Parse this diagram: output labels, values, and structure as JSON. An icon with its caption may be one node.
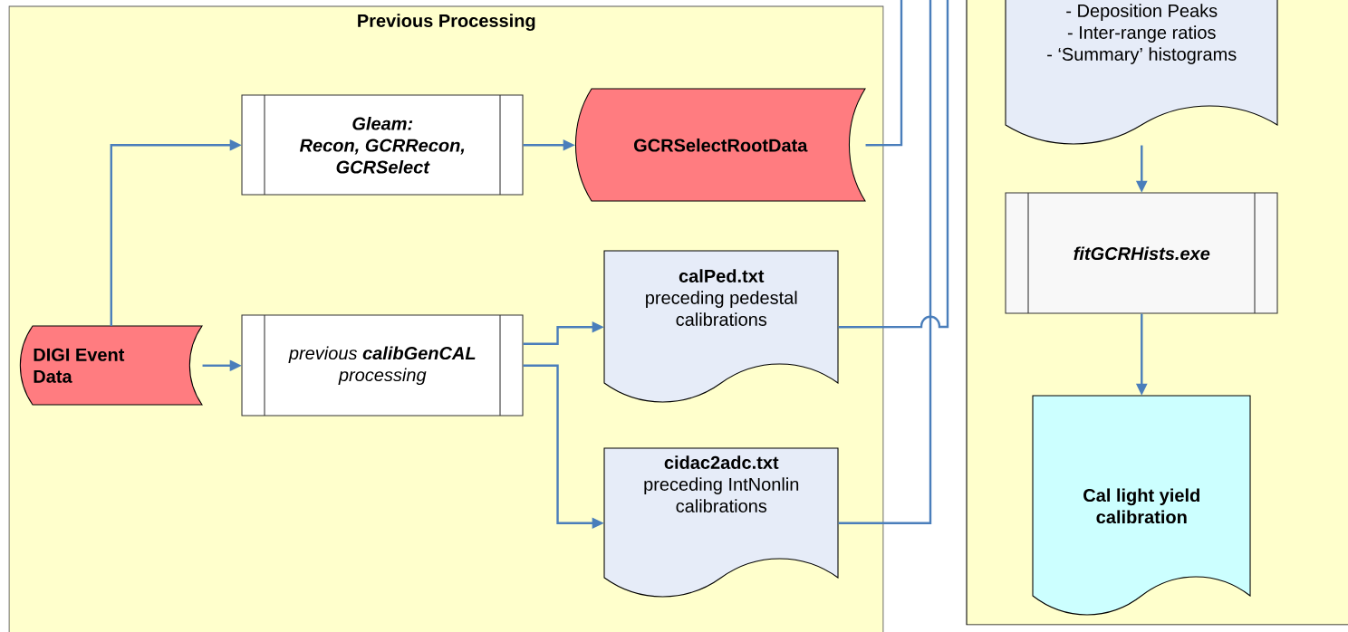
{
  "diagram": {
    "nodes": [
      {
        "text": [
          "Previous Processing"
        ]
      },
      {
        "text": [
          "Gleam:",
          "Recon, GCRRecon, GCRSelect"
        ],
        "in": 0
      },
      {
        "text": [
          "GCRSelectRootData"
        ],
        "in": 0
      },
      {
        "text": [
          "DIGI Event Data"
        ],
        "in": 0
      },
      {
        "text": [
          "previous **calibGenCAL** processing"
        ],
        "in": 0
      },
      {
        "text": [
          "calPed.txt",
          "preceding pedestal calibrations"
        ],
        "in": 0
      },
      {
        "text": [
          "cidac2adc.txt",
          "preceding IntNonlin calibrations"
        ],
        "in": 0
      },
      {
        "text": [],
        "shape": "box"
      },
      {
        "text": [
          "- Deposition Peaks",
          "- Inter-range ratios",
          "- ‘Summary’ histograms"
        ],
        "in": 7
      },
      {
        "text": [
          "fitGCRHists.exe"
        ],
        "in": 7
      },
      {
        "text": [
          "Cal light yield calibration"
        ],
        "in": 7
      }
    ],
    "edges": [
      {
        "from": 3,
        "to": 1,
        "arrow": "to"
      },
      {
        "from": 1,
        "to": 2,
        "arrow": "to"
      },
      {
        "from": 3,
        "to": 4,
        "arrow": "to"
      },
      {
        "from": 4,
        "to": 5,
        "arrow": "to"
      },
      {
        "from": 4,
        "to": 6,
        "arrow": "to"
      },
      {
        "from": 2,
        "to": null,
        "arrow": "none"
      },
      {
        "from": 5,
        "to": null,
        "arrow": "none"
      },
      {
        "from": 6,
        "to": null,
        "arrow": "none"
      },
      {
        "from": 8,
        "to": 9,
        "arrow": "to"
      },
      {
        "from": 9,
        "to": 10,
        "arrow": "to"
      }
    ]
  }
}
